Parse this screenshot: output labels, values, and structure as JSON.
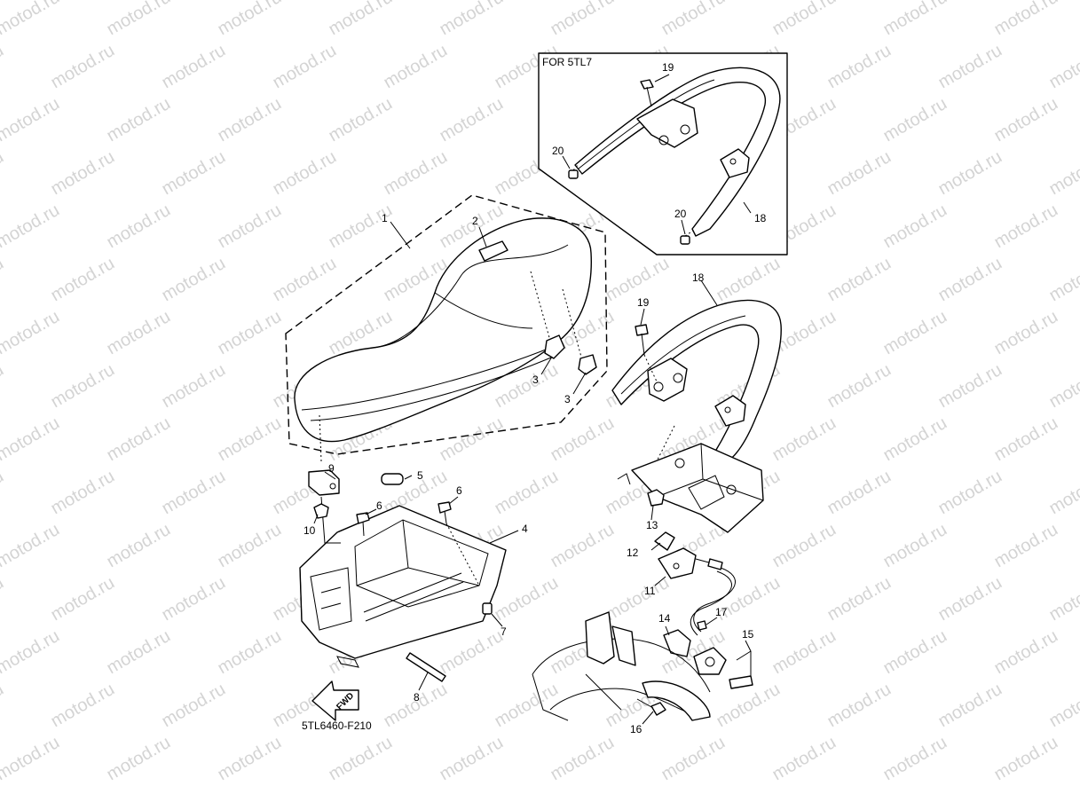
{
  "watermark_text": "motod.ru",
  "inset": {
    "title": "FOR 5TL7"
  },
  "diagram_code": "5TL6460-F210",
  "fwd_label": "FWD",
  "callouts": [
    {
      "id": "c1",
      "label": "1"
    },
    {
      "id": "c2",
      "label": "2"
    },
    {
      "id": "c3a",
      "label": "3"
    },
    {
      "id": "c3b",
      "label": "3"
    },
    {
      "id": "c4",
      "label": "4"
    },
    {
      "id": "c5",
      "label": "5"
    },
    {
      "id": "c6a",
      "label": "6"
    },
    {
      "id": "c6b",
      "label": "6"
    },
    {
      "id": "c7",
      "label": "7"
    },
    {
      "id": "c8",
      "label": "8"
    },
    {
      "id": "c9",
      "label": "9"
    },
    {
      "id": "c10",
      "label": "10"
    },
    {
      "id": "c11",
      "label": "11"
    },
    {
      "id": "c12",
      "label": "12"
    },
    {
      "id": "c13",
      "label": "13"
    },
    {
      "id": "c14",
      "label": "14"
    },
    {
      "id": "c15",
      "label": "15"
    },
    {
      "id": "c16",
      "label": "16"
    },
    {
      "id": "c17",
      "label": "17"
    },
    {
      "id": "c18a",
      "label": "18"
    },
    {
      "id": "c18b",
      "label": "18"
    },
    {
      "id": "c19a",
      "label": "19"
    },
    {
      "id": "c19b",
      "label": "19"
    },
    {
      "id": "c20a",
      "label": "20"
    },
    {
      "id": "c20b",
      "label": "20"
    }
  ]
}
